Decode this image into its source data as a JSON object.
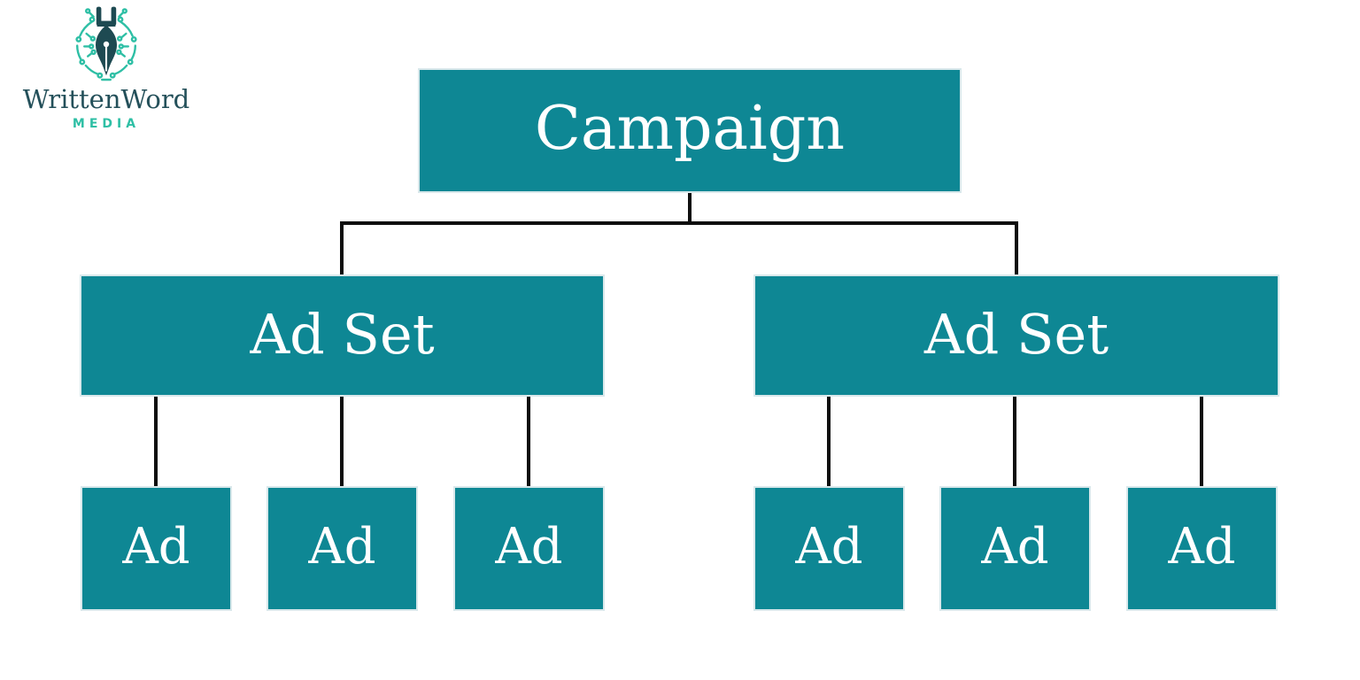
{
  "logo": {
    "brand_primary": "WrittenWord",
    "brand_secondary": "MEDIA",
    "icon": "pen-nib-circuit-icon",
    "wordmark_color": "#24505A",
    "accent_color": "#2EBFA5",
    "nib_color": "#1E4A52"
  },
  "diagram": {
    "type": "org-chart",
    "node_fill": "#0E8794",
    "node_border": "#D9E8EB",
    "node_text_color": "#FFFFFF",
    "connector_color": "#0D0D0D",
    "root": {
      "label": "Campaign"
    },
    "ad_sets": [
      {
        "label": "Ad Set",
        "ads": [
          {
            "label": "Ad"
          },
          {
            "label": "Ad"
          },
          {
            "label": "Ad"
          }
        ]
      },
      {
        "label": "Ad Set",
        "ads": [
          {
            "label": "Ad"
          },
          {
            "label": "Ad"
          },
          {
            "label": "Ad"
          }
        ]
      }
    ]
  }
}
